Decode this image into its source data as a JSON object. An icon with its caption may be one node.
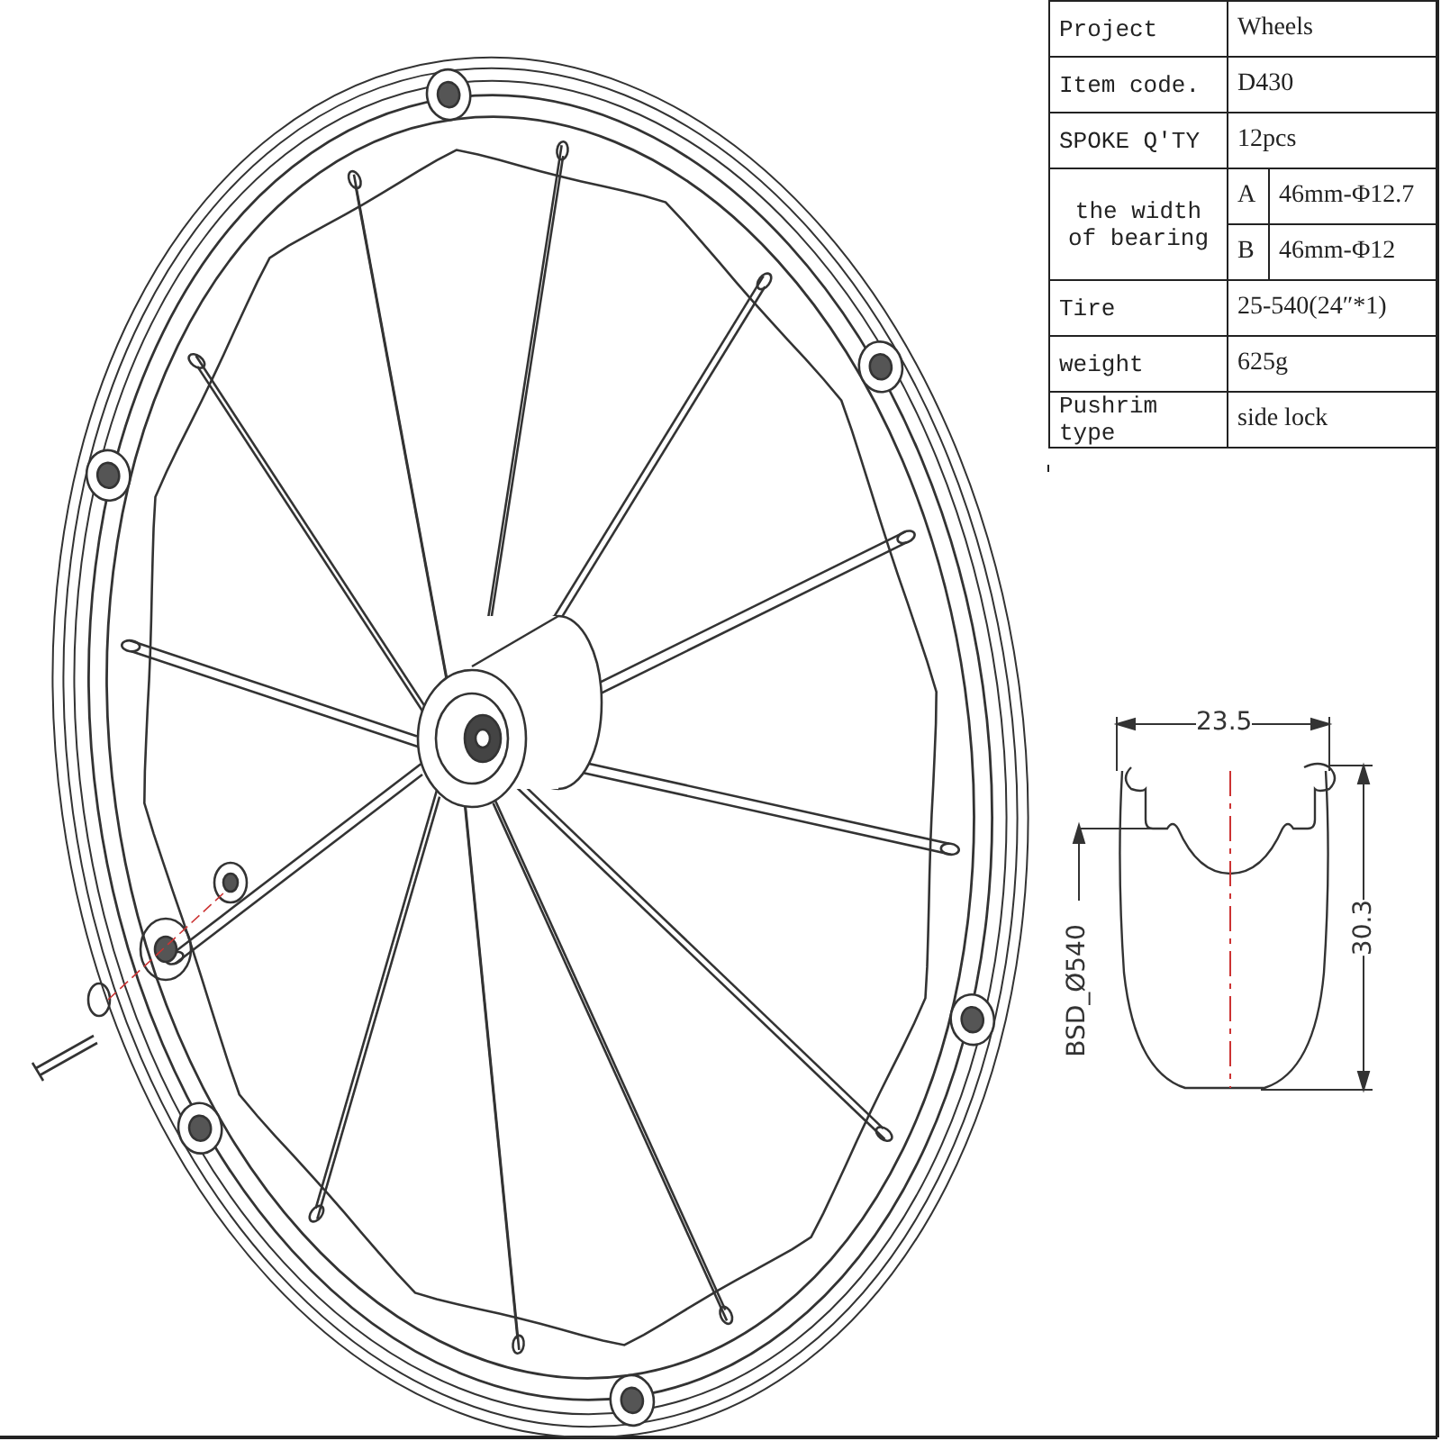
{
  "diagram": {
    "labels": [
      "Project",
      "Wheels",
      "Item code.",
      "D430",
      "SPOKE Q'TY",
      "12pcs",
      "the width of bearing",
      "A",
      "46mm-Φ12.7",
      "B",
      "46mm-Φ12",
      "Tire",
      "25-540(24″*1)",
      "weight",
      "625g",
      "Pushrim type",
      "side lock",
      "23.5",
      "30.3",
      "BSD_Ø540"
    ]
  }
}
